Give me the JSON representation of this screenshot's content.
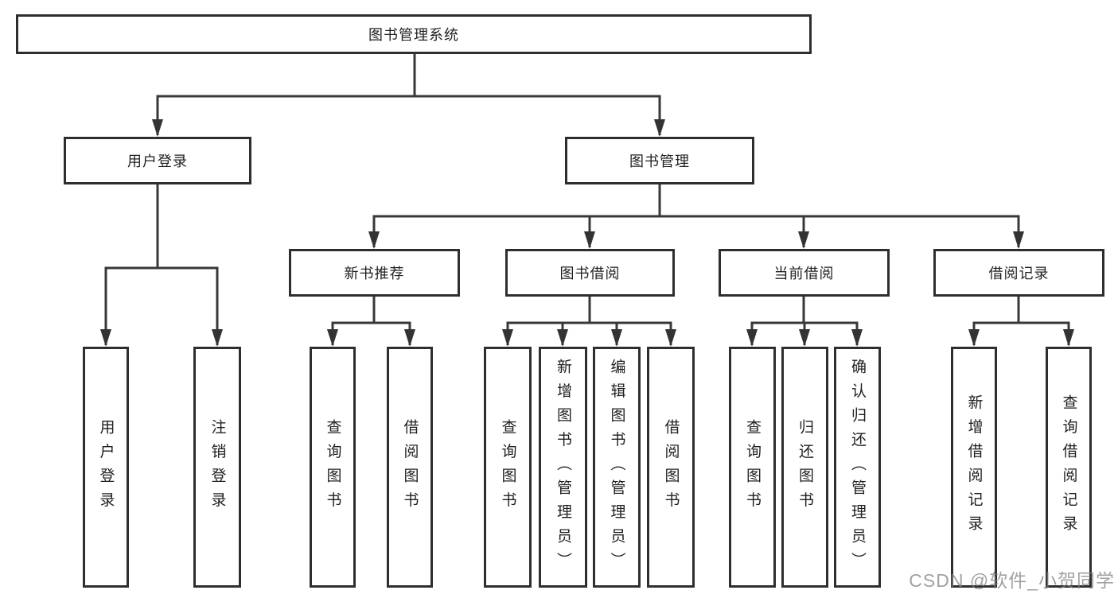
{
  "tree": {
    "label": "图书管理系统",
    "children": [
      {
        "label": "用户登录",
        "children": [
          {
            "label": "用户登录"
          },
          {
            "label": "注销登录"
          }
        ]
      },
      {
        "label": "图书管理",
        "children": [
          {
            "label": "新书推荐",
            "children": [
              {
                "label": "查询图书"
              },
              {
                "label": "借阅图书"
              }
            ]
          },
          {
            "label": "图书借阅",
            "children": [
              {
                "label": "查询图书"
              },
              {
                "label": "新增图书（管理员）"
              },
              {
                "label": "编辑图书（管理员）"
              },
              {
                "label": "借阅图书"
              }
            ]
          },
          {
            "label": "当前借阅",
            "children": [
              {
                "label": "查询图书"
              },
              {
                "label": "归还图书"
              },
              {
                "label": "确认归还（管理员）"
              }
            ]
          },
          {
            "label": "借阅记录",
            "children": [
              {
                "label": "新增借阅记录"
              },
              {
                "label": "查询借阅记录"
              }
            ]
          }
        ]
      }
    ]
  },
  "watermark": {
    "text": "CSDN @软件_小贺同学"
  },
  "colors": {
    "line": "#383838",
    "box_border": "#2e2e2e",
    "box_background": "#ffffff",
    "text": "#1f1f1f",
    "watermark": "#828282"
  }
}
